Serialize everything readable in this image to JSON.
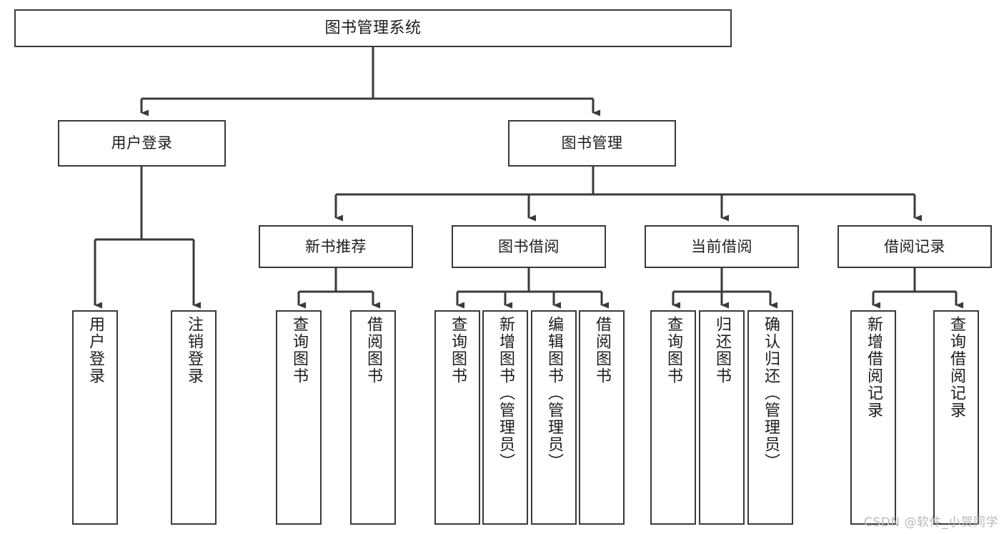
{
  "diagram": {
    "title": "图书管理系统",
    "watermark": "CSDN @软件_小贺同学",
    "line_color": "#3a3a3a",
    "box_fill": "#ffffff",
    "text_color": "#1d1d1d",
    "watermark_color": "#b9b9b9",
    "root": {
      "label": "图书管理系统"
    },
    "level2": [
      {
        "label": "用户登录"
      },
      {
        "label": "图书管理"
      }
    ],
    "level3": [
      {
        "label": "新书推荐"
      },
      {
        "label": "图书借阅"
      },
      {
        "label": "当前借阅"
      },
      {
        "label": "借阅记录"
      }
    ],
    "leaves": {
      "user_login": [
        {
          "label": "用户登录"
        },
        {
          "label": "注销登录"
        }
      ],
      "new_book_recommend": [
        {
          "label": "查询图书"
        },
        {
          "label": "借阅图书"
        }
      ],
      "book_borrow": [
        {
          "label": "查询图书"
        },
        {
          "label": "新增图书（管理员）"
        },
        {
          "label": "编辑图书（管理员）"
        },
        {
          "label": "借阅图书"
        }
      ],
      "current_borrow": [
        {
          "label": "查询图书"
        },
        {
          "label": "归还图书"
        },
        {
          "label": "确认归还（管理员）"
        }
      ],
      "borrow_record": [
        {
          "label": "新增借阅记录"
        },
        {
          "label": "查询借阅记录"
        }
      ]
    }
  }
}
